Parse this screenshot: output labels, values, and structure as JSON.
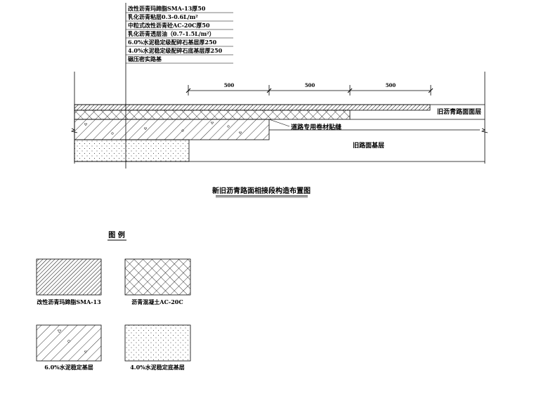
{
  "layer_notes": [
    "改性沥青玛蹄脂SMA-13厚50",
    "乳化沥青粘层0.3-0.6L/m²",
    "中粒式改性沥青砼AC-20C厚50",
    "乳化沥青透层油（0.7-1.5L/m²）",
    "6.0%水泥稳定级配碎石基层厚250",
    "4.0%水泥稳定级配碎石底基层厚250",
    "碾压密实路基"
  ],
  "dimensions": [
    "500",
    "500",
    "500"
  ],
  "labels": {
    "old_surface": "旧沥青路面面层",
    "seam_tape": "道路专用卷材贴缝",
    "old_base": "旧路面基层"
  },
  "title": "新旧沥青路面相接段构造布置图",
  "legend": {
    "heading": "图 例",
    "items": [
      {
        "label": "改性沥青玛蹄脂SMA-13",
        "pattern": "dense-diagonal"
      },
      {
        "label": "沥青混凝土AC-20C",
        "pattern": "crosshatch"
      },
      {
        "label": "6.0%水泥稳定基层",
        "pattern": "diagonal-aggregate"
      },
      {
        "label": "4.0%水泥稳定底基层",
        "pattern": "dots"
      }
    ]
  }
}
